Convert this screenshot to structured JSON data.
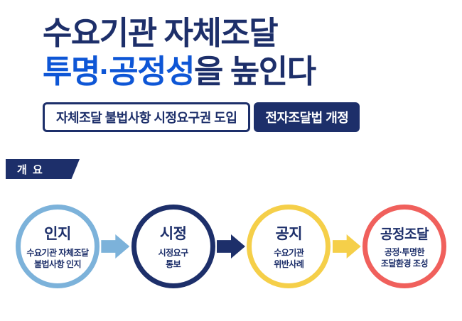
{
  "header": {
    "title_line1": "수요기관 자체조달",
    "title_line2_highlight": "투명·공정성",
    "title_line2_rest": "을 높인다",
    "subtitle_outline": "자체조달 불법사항 시정요구권 도입",
    "subtitle_solid": "전자조달법 개정"
  },
  "overview": {
    "label": "개 요"
  },
  "flow": {
    "steps": [
      {
        "title": "인지",
        "desc_line1": "수요기관 자체조달",
        "desc_line2": "불법사항 인지",
        "color": "#7cb2da"
      },
      {
        "title": "시정",
        "desc_line1": "시정요구",
        "desc_line2": "통보",
        "color": "#1d2f6a"
      },
      {
        "title": "공지",
        "desc_line1": "수요기관",
        "desc_line2": "위반사례",
        "color": "#f5cf49"
      },
      {
        "title": "공정조달",
        "desc_line1": "공정·투명한",
        "desc_line2": "조달환경 조성",
        "color": "#f0605c"
      }
    ]
  },
  "colors": {
    "navy": "#1d2f6a",
    "bright_blue": "#0e56d6",
    "background": "#ffffff"
  }
}
